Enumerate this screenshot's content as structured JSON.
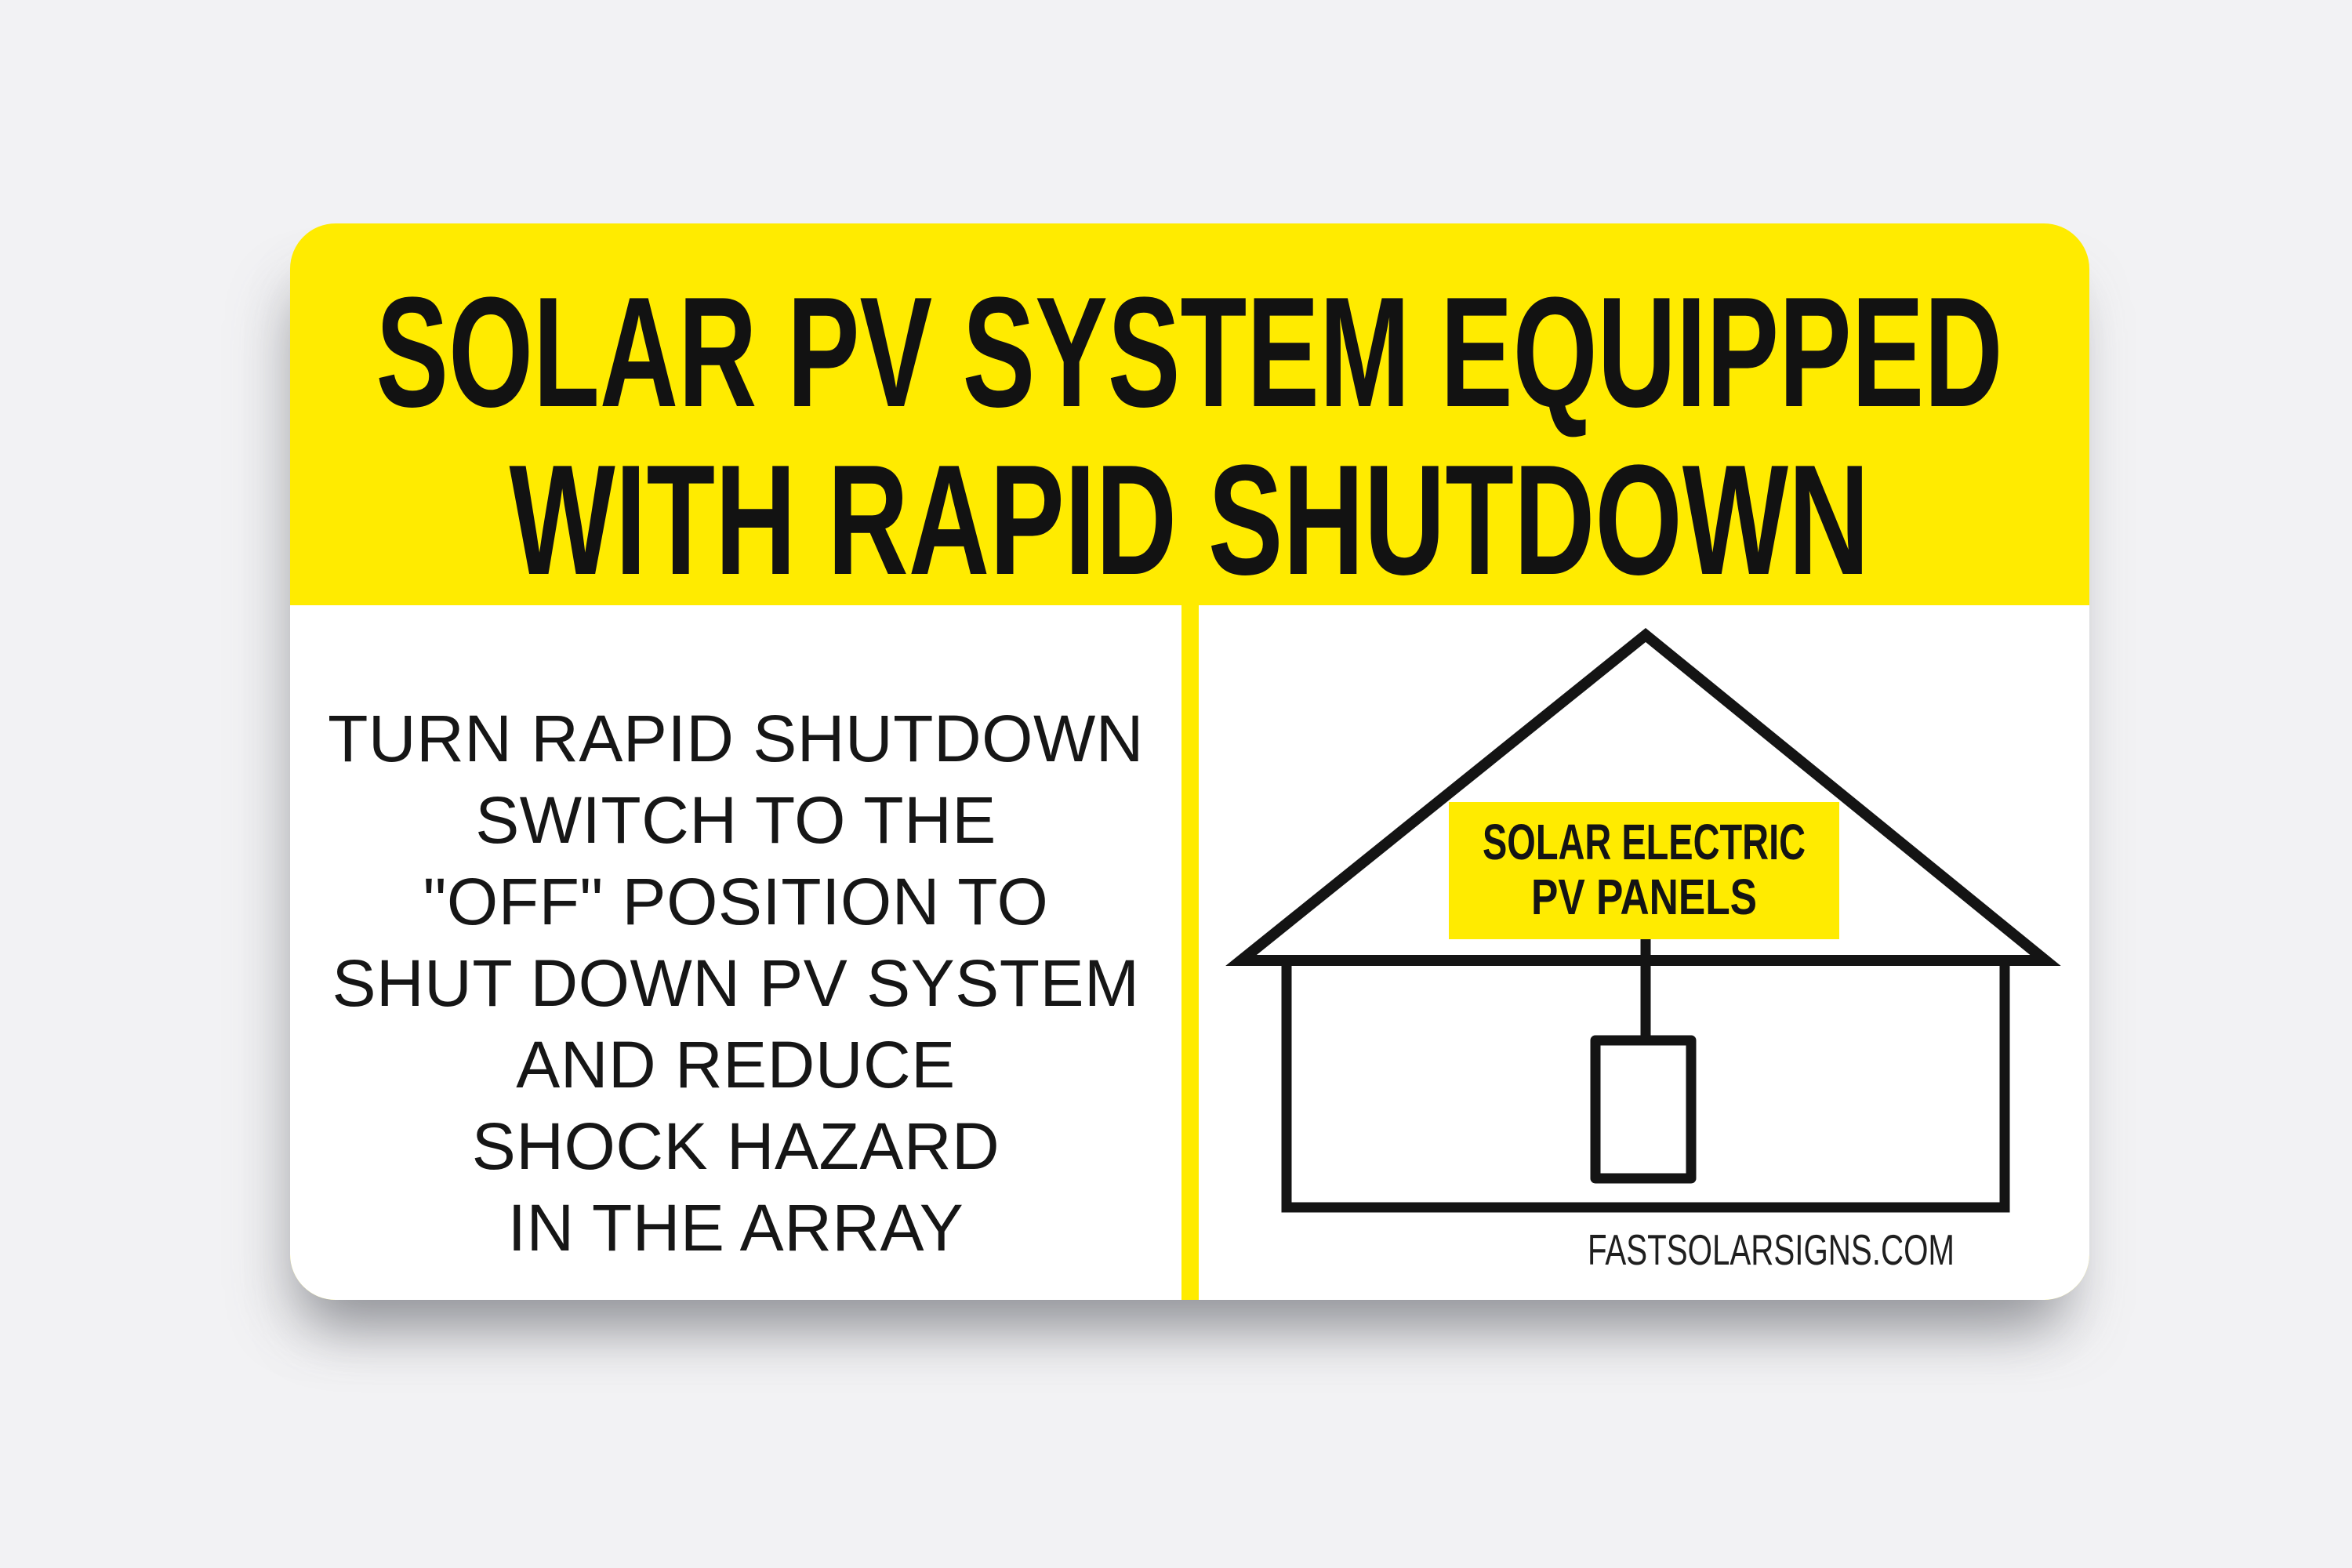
{
  "page": {
    "background_color": "#F2F2F4"
  },
  "sign": {
    "colors": {
      "sign_yellow": "#FFEB00",
      "panel_white": "#FFFFFF",
      "text_black": "#141414"
    },
    "title": {
      "line1": "SOLAR PV SYSTEM EQUIPPED",
      "line2": "WITH RAPID SHUTDOWN"
    },
    "instructions": {
      "lines": [
        "TURN RAPID SHUTDOWN",
        "SWITCH TO THE",
        "\"OFF\" POSITION TO",
        "SHUT DOWN PV SYSTEM",
        "AND REDUCE",
        "SHOCK HAZARD",
        "IN THE ARRAY"
      ]
    },
    "diagram": {
      "roof_label": {
        "line1": "SOLAR ELECTRIC",
        "line2": "PV PANELS"
      },
      "website": "FASTSOLARSIGNS.COM"
    }
  }
}
